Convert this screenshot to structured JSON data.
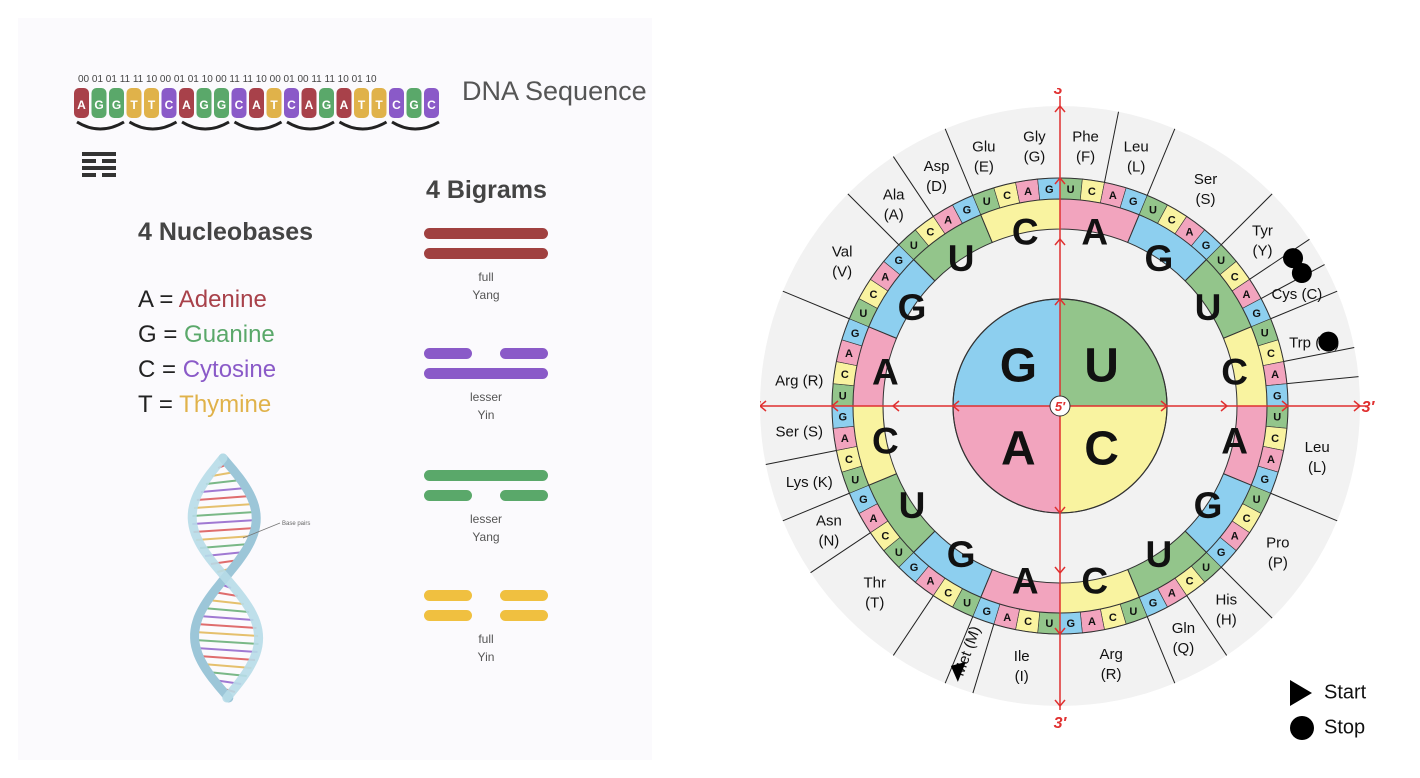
{
  "left": {
    "sequence_title": "DNA Sequence",
    "bits": [
      "00 01 01 11 11 10 00 01 01 10 00 11 11 10 00 01 00 11 11 10 01 10"
    ],
    "sequence_letters": [
      "A",
      "G",
      "G",
      "T",
      "T",
      "C",
      "A",
      "G",
      "G",
      "C",
      "A",
      "T",
      "C",
      "A",
      "G",
      "A",
      "T",
      "T",
      "C",
      "G",
      "C"
    ],
    "nucleobases_title": "4 Nucleobases",
    "nucleobases": [
      {
        "letter": "A =",
        "name": "Adenine",
        "color": "#a8414a"
      },
      {
        "letter": "G =",
        "name": "Guanine",
        "color": "#5aa86a"
      },
      {
        "letter": "C =",
        "name": "Cytosine",
        "color": "#8a5ac8"
      },
      {
        "letter": "T =",
        "name": "Thymine",
        "color": "#e0b24a"
      }
    ],
    "bigrams_title": "4 Bigrams",
    "bigrams": [
      {
        "line1": "full",
        "line2": "Yang",
        "color": "#a04040",
        "top": "full",
        "bottom": "full"
      },
      {
        "line1": "lesser",
        "line2": "Yin",
        "color": "#8a5ac8",
        "top": "broken",
        "bottom": "full"
      },
      {
        "line1": "lesser",
        "line2": "Yang",
        "color": "#5aa86a",
        "top": "full",
        "bottom": "broken"
      },
      {
        "line1": "full",
        "line2": "Yin",
        "color": "#f0c040",
        "top": "broken",
        "bottom": "broken"
      }
    ],
    "base_pairs_label": "Base pairs",
    "nucleotide_colors": {
      "A": "#a8414a",
      "G": "#5aa86a",
      "C": "#8a5ac8",
      "T": "#e0b24a"
    }
  },
  "wheel": {
    "center_label": "5′",
    "axis_label": "3′",
    "colors": {
      "G": "#8dcfef",
      "U": "#93c58b",
      "A": "#f2a4be",
      "C": "#f9f3a0",
      "outer": "#f2f2f2",
      "axis": "#e03030"
    },
    "ring1": [
      "G",
      "U",
      "C",
      "A"
    ],
    "ring2": [
      "U",
      "C",
      "A",
      "G",
      "U",
      "C",
      "A",
      "G",
      "U",
      "C",
      "A",
      "G",
      "U",
      "C",
      "A",
      "G"
    ],
    "amino_acids": [
      {
        "name": "Phe",
        "code": "(F)"
      },
      {
        "name": "Leu",
        "code": "(L)"
      },
      {
        "name": "Ser",
        "code": "(S)"
      },
      {
        "name": "Tyr",
        "code": "(Y)"
      },
      {
        "name": "Cys (C)",
        "code": ""
      },
      {
        "name": "Trp (W)",
        "code": ""
      },
      {
        "name": "Leu",
        "code": "(L)"
      },
      {
        "name": "Pro",
        "code": "(P)"
      },
      {
        "name": "His",
        "code": "(H)"
      },
      {
        "name": "Gln",
        "code": "(Q)"
      },
      {
        "name": "Arg",
        "code": "(R)"
      },
      {
        "name": "Ile",
        "code": "(I)"
      },
      {
        "name": "Met (M)",
        "code": ""
      },
      {
        "name": "Thr",
        "code": "(T)"
      },
      {
        "name": "Asn",
        "code": "(N)"
      },
      {
        "name": "Lys (K)",
        "code": ""
      },
      {
        "name": "Ser (S)",
        "code": ""
      },
      {
        "name": "Arg (R)",
        "code": ""
      },
      {
        "name": "Val",
        "code": "(V)"
      },
      {
        "name": "Ala",
        "code": "(A)"
      },
      {
        "name": "Asp",
        "code": "(D)"
      },
      {
        "name": "Glu",
        "code": "(E)"
      },
      {
        "name": "Gly",
        "code": "(G)"
      }
    ]
  },
  "legend": {
    "start": "Start",
    "stop": "Stop"
  }
}
